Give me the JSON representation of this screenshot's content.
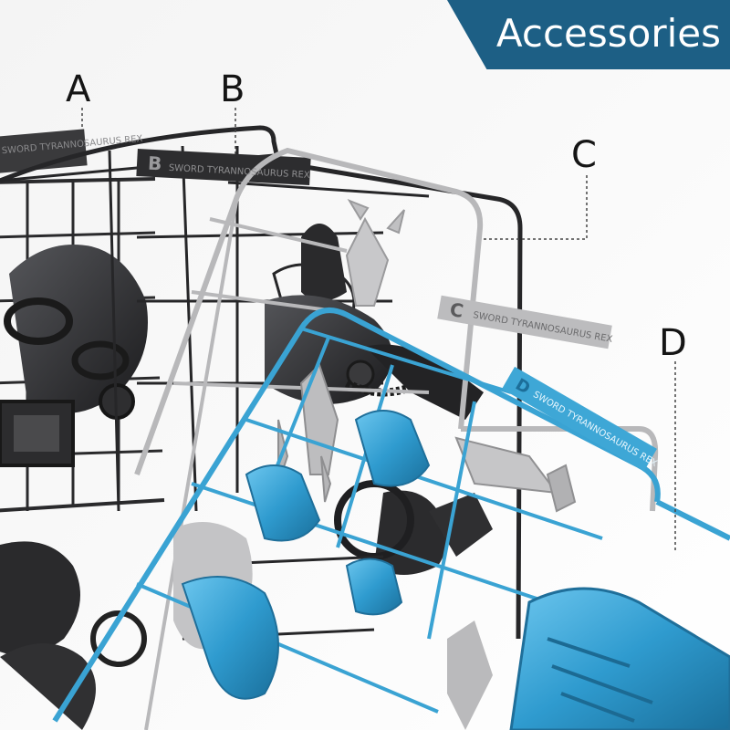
{
  "banner": {
    "title": "Accessories"
  },
  "callouts": [
    {
      "id": "A",
      "label": "A"
    },
    {
      "id": "B",
      "label": "B"
    },
    {
      "id": "C",
      "label": "C"
    },
    {
      "id": "D",
      "label": "D"
    }
  ],
  "sprues": {
    "a_plate": "SWORD TYRANNOSAURUS REX",
    "b_tag": "B",
    "b_plate": "SWORD TYRANNOSAURUS REX",
    "c_tag": "C",
    "c_plate": "SWORD TYRANNOSAURUS REX",
    "d_tag": "D",
    "d_plate": "SWORD TYRANNOSAURUS REX"
  },
  "colors": {
    "banner": "#1d5f85",
    "sprue_a_b": "#2b2b2d",
    "sprue_c": "#b9b9bb",
    "sprue_d": "#3aa3d3"
  }
}
